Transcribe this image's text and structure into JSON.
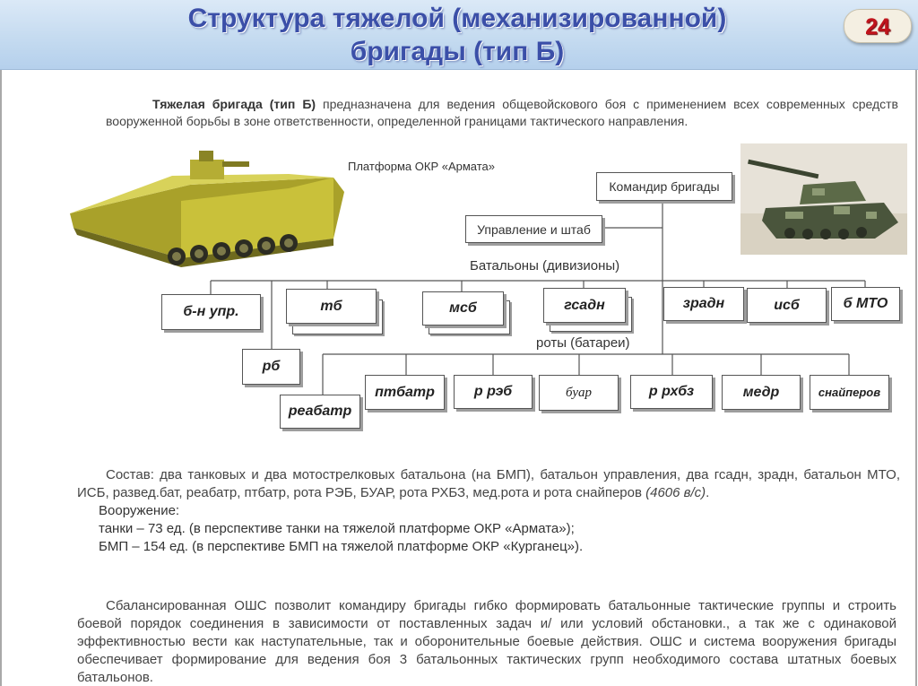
{
  "header": {
    "title_line1": "Структура тяжелой (механизированной)",
    "title_line2": "бригады (тип Б)",
    "page_number": "24"
  },
  "intro": {
    "lead": "Тяжелая бригада (тип Б)",
    "text": " предназначена для ведения общевойскового боя с применением всех современных средств вооруженной борьбы в зоне ответственности, определенной границами тактического направления."
  },
  "platform_caption": "Платформа ОКР «Армата»",
  "org_chart": {
    "commander": "Командир бригады",
    "hq": "Управление и штаб",
    "battalions_label": "Батальоны (дивизионы)",
    "companies_label": "роты (батареи)",
    "battalions": [
      "б-н упр.",
      "тб",
      "мсб",
      "гсадн",
      "зрадн",
      "исб",
      "б МТО"
    ],
    "recon": "рб",
    "companies": [
      "реабатр",
      "птбатр",
      "р рэб",
      "буар",
      "р рхбз",
      "медр",
      "снайперов"
    ]
  },
  "composition": {
    "text": "Состав: два танковых и два мотострелковых батальона (на БМП), батальон управления, два гсадн, зрадн, батальон МТО, ИСБ, развед.бат, реабатр, птбатр, рота РЭБ, БУАР, рота РХБЗ, мед.рота и рота снайперов",
    "strength": "(4606 в/с)",
    "period": ".",
    "armament_title": "Вооружение:",
    "tanks": "танки – 73 ед. (в перспективе танки на тяжелой платформе ОКР «Армата»);",
    "ifv": "БМП – 154 ед. (в перспективе БМП на тяжелой платформе ОКР «Курганец»)."
  },
  "closing": "Сбалансированная ОШС позволит командиру бригады гибко формировать батальонные тактические группы и строить боевой порядок соединения в зависимости от поставленных задач и/ или условий обстановки., а так же с одинаковой эффективностью вести как наступательные, так и оборонительные боевые действия. ОШС и система вооружения бригады обеспечивает формирование для ведения боя 3 батальонных тактических групп необходимого состава штатных боевых батальонов.",
  "colors": {
    "title": "#3b4fa8",
    "header_bg": "#c5dbf0",
    "page_number": "#c0141c",
    "vehicle": "#b8b02a"
  }
}
